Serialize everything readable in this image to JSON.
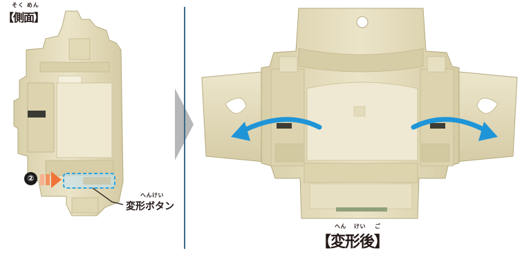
{
  "side_view": {
    "ruby": "そく めん",
    "title": "【側面】"
  },
  "callout": {
    "step_number": "②",
    "button_ruby": "へんけい",
    "button_label": "変形ボタン"
  },
  "after_view": {
    "ruby": [
      "へん",
      "けい",
      "ご"
    ],
    "title": "【変形後】"
  },
  "colors": {
    "toy_body": "#e4dcbd",
    "toy_shadow": "#c9bf98",
    "toy_edge": "#b4a97f",
    "highlight_box": "#2aa4e0",
    "press_arrow": "#f0733a",
    "swing_arrow": "#1f95d8",
    "chevron": "#b5b7b9",
    "divider": "#3a6a8c"
  }
}
